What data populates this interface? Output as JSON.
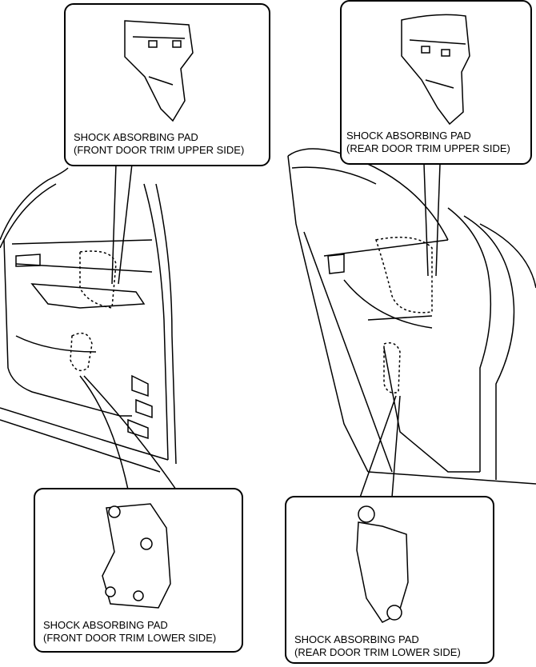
{
  "callouts": {
    "front_upper": {
      "title": "SHOCK ABSORBING PAD",
      "location": "(FRONT DOOR TRIM UPPER SIDE)"
    },
    "rear_upper": {
      "title": "SHOCK ABSORBING PAD",
      "location": "(REAR DOOR TRIM UPPER SIDE)"
    },
    "front_lower": {
      "title": "SHOCK ABSORBING PAD",
      "location": "(FRONT DOOR TRIM LOWER SIDE)"
    },
    "rear_lower": {
      "title": "SHOCK ABSORBING PAD",
      "location": "(REAR DOOR TRIM LOWER SIDE)"
    }
  }
}
